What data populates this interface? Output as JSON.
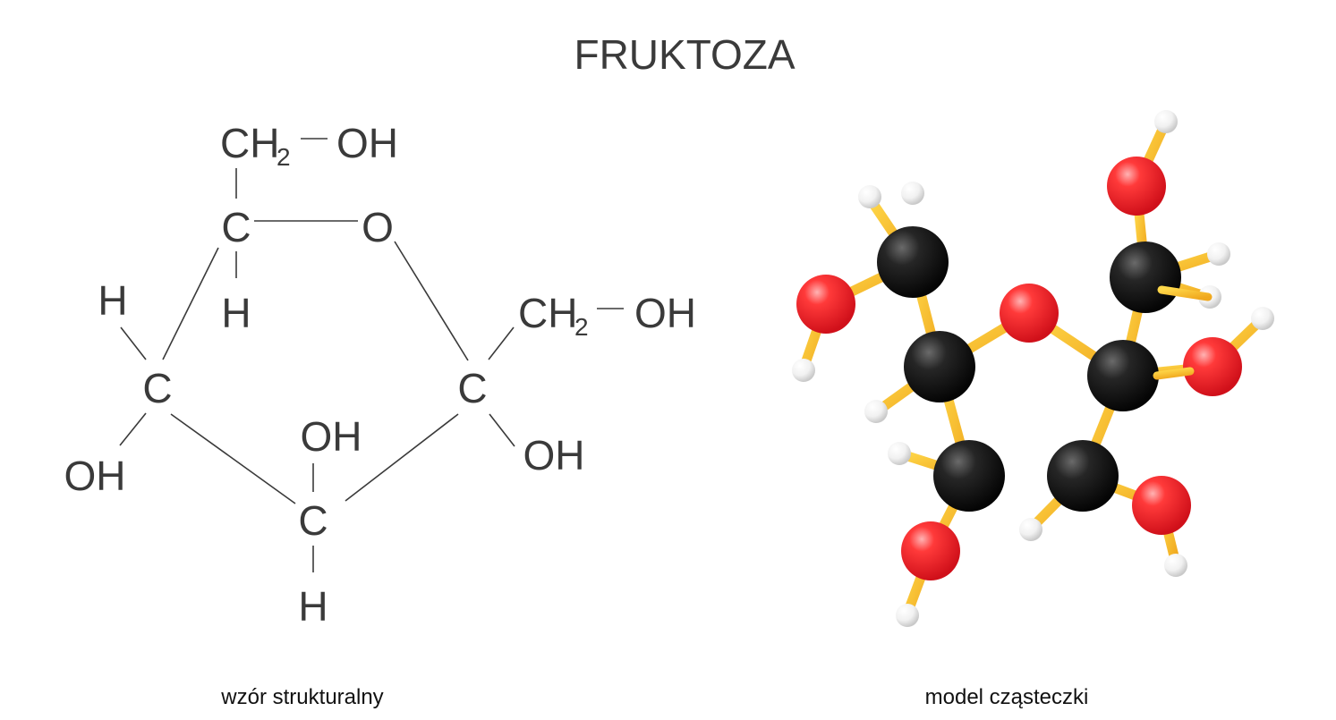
{
  "title": "FRUKTOZA",
  "structural_formula": {
    "caption": "wzór strukturalny",
    "groups": {
      "top_ch2": "CH",
      "top_ch2_sub": "2",
      "top_oh": "OH",
      "c1": "C",
      "ring_o": "O",
      "c1_h": "H",
      "c2_h": "H",
      "c2": "C",
      "c2_oh": "OH",
      "c3_oh": "OH",
      "c3": "C",
      "c3_h": "H",
      "c4": "C",
      "c4_oh": "OH",
      "right_ch2": "CH",
      "right_ch2_sub": "2",
      "right_oh": "OH"
    }
  },
  "molecule_model": {
    "caption": "model cząsteczki",
    "colors": {
      "carbon": "#111111",
      "oxygen": "#e8202a",
      "hydrogen": "#f4f4f4",
      "bond": "#f5b82a"
    }
  }
}
